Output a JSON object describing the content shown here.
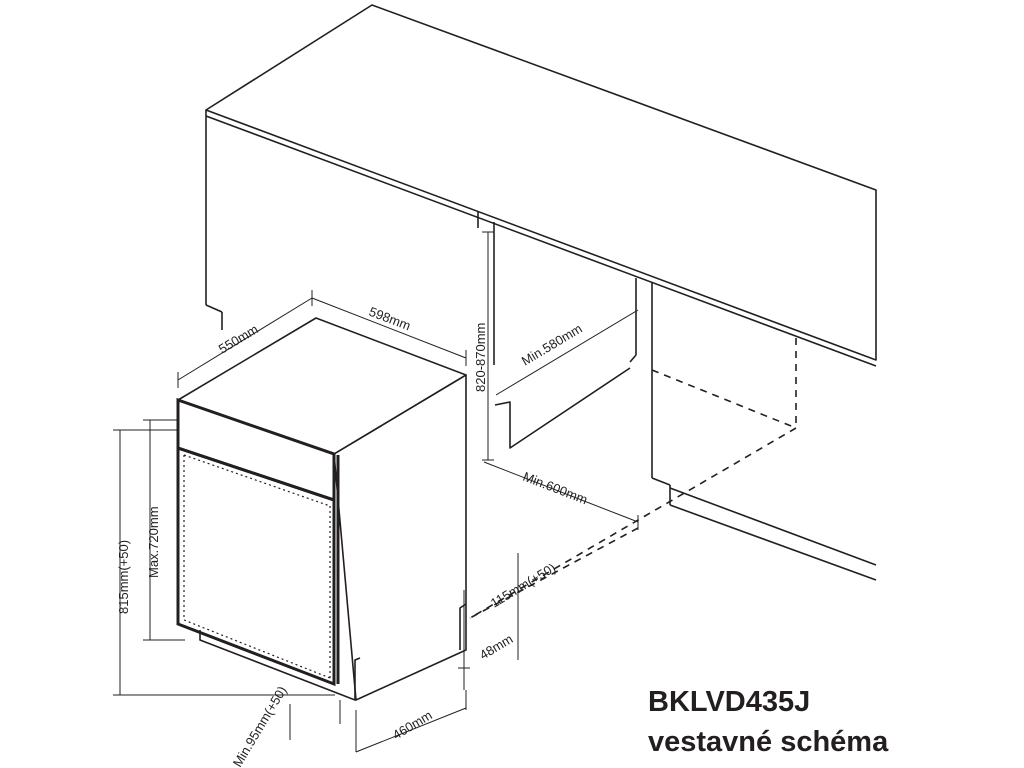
{
  "model": "BKLVD435J",
  "subtitle": "vestavné schéma",
  "dimensions": {
    "depth": "550mm",
    "width": "598mm",
    "cabinet_height": "820-870mm",
    "min_depth": "Min.580mm",
    "min_width": "Min.600mm",
    "height": "815mm(+50)",
    "max_door": "Max.720mm",
    "plinth_height": "115mm(+50)",
    "plinth_recess": "48mm",
    "plinth_depth": "460mm",
    "min_plinth": "Min.95mm(+50)"
  }
}
